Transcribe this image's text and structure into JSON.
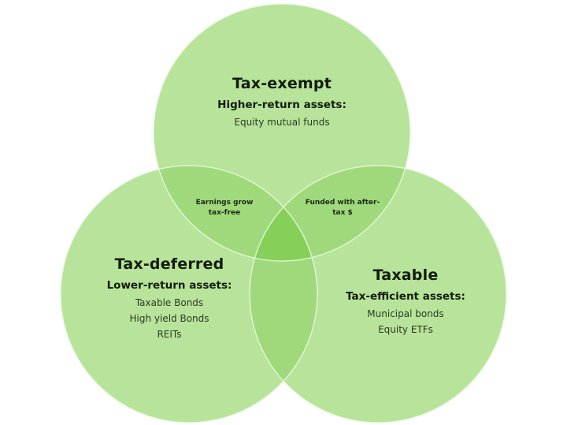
{
  "colors": {
    "circle_fill": "#b8e39a",
    "pair_overlap": "#a0d97c",
    "triple_overlap": "#86cf58",
    "outline": "#eafbe0",
    "text": "#111c0d"
  },
  "circles": {
    "top": {
      "title": "Tax-exempt",
      "subtitle": "Higher-return assets:",
      "items": [
        "Equity mutual funds"
      ]
    },
    "left": {
      "title": "Tax-deferred",
      "subtitle": "Lower-return assets:",
      "items": [
        "Taxable Bonds",
        "High yield Bonds",
        "REITs"
      ]
    },
    "right": {
      "title": "Taxable",
      "subtitle": "Tax-efficient assets:",
      "items": [
        "Municipal bonds",
        "Equity ETFs"
      ]
    }
  },
  "overlaps": {
    "top_left": {
      "line1": "Earnings grow",
      "line2": "tax-free"
    },
    "top_right": {
      "line1": "Funded with after-",
      "line2": "tax $"
    }
  }
}
